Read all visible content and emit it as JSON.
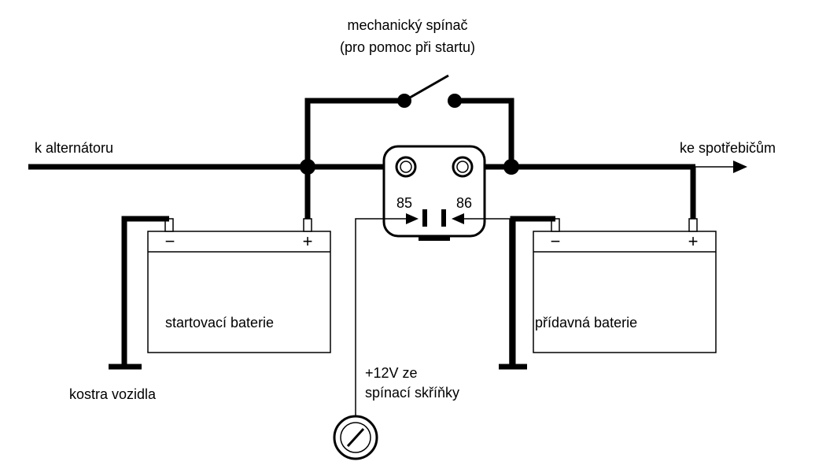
{
  "labels": {
    "switch_line1": "mechanický spínač",
    "switch_line2": "(pro pomoc při startu)",
    "to_alternator": "k alternátoru",
    "to_loads": "ke spotřebičům",
    "relay_pin_85": "85",
    "relay_pin_86": "86",
    "battery_minus": "−",
    "battery_plus": "+",
    "starter_battery": "startovací baterie",
    "aux_battery": "přídavná baterie",
    "chassis_ground": "kostra vozidla",
    "ignition_line1": "+12V ze",
    "ignition_line2": "spínací skříňky"
  },
  "icons": {
    "ignition_switch": "ignition-switch-icon",
    "arrow": "arrow-right-icon"
  },
  "colors": {
    "line": "#000000",
    "background": "#ffffff"
  }
}
